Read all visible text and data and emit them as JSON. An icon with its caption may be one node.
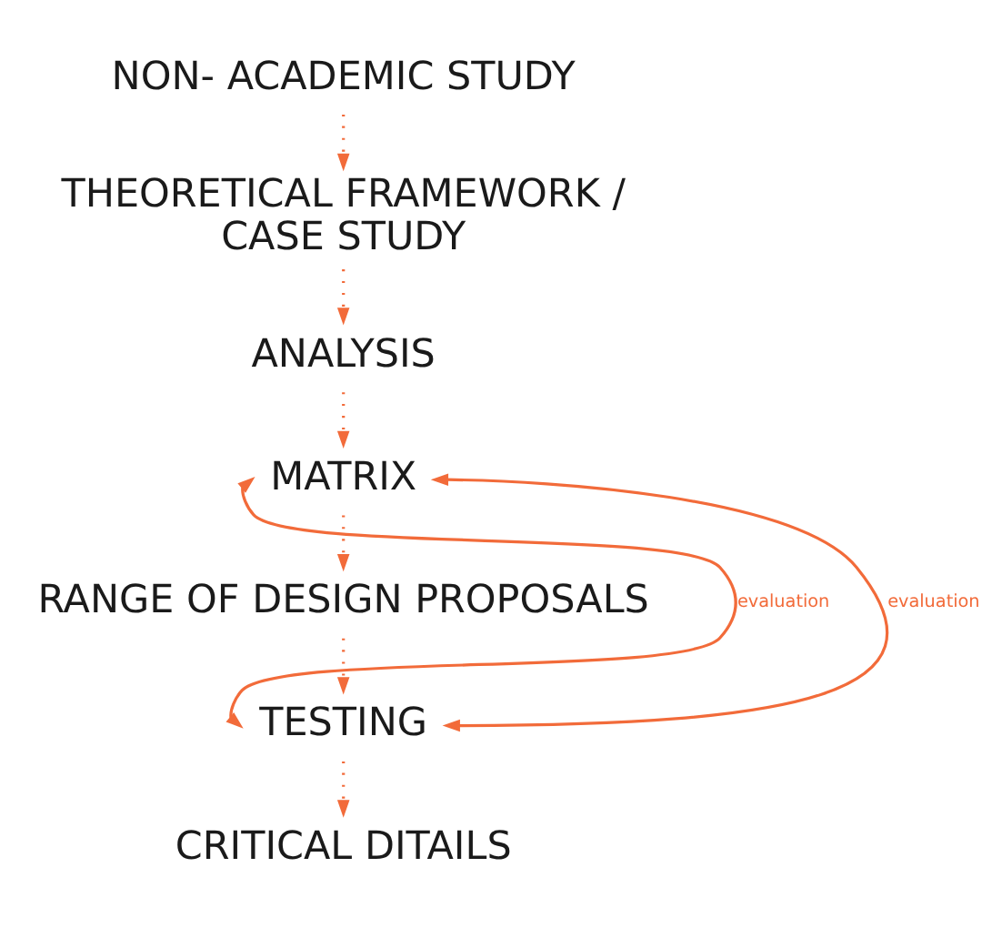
{
  "diagram": {
    "nodes": [
      {
        "text": [
          "NON- ACADEMIC STUDY"
        ]
      },
      {
        "text": [
          "THEORETICAL FRAMEWORK / CASE STUDY"
        ]
      },
      {
        "text": [
          "ANALYSIS"
        ]
      },
      {
        "text": [
          "MATRIX"
        ]
      },
      {
        "text": [
          "RANGE OF DESIGN PROPOSALS"
        ]
      },
      {
        "text": [
          "TESTING"
        ]
      },
      {
        "text": [
          "CRITICAL DITAILS"
        ]
      }
    ],
    "edges": [
      {
        "from": 0,
        "to": 1,
        "arrow": "to",
        "style": "dashed"
      },
      {
        "from": 1,
        "to": 2,
        "arrow": "to",
        "style": "dashed"
      },
      {
        "from": 2,
        "to": 3,
        "arrow": "to",
        "style": "dashed"
      },
      {
        "from": 3,
        "to": 4,
        "arrow": "to",
        "style": "dashed"
      },
      {
        "from": 4,
        "to": 5,
        "arrow": "to",
        "style": "dashed"
      },
      {
        "from": 5,
        "to": 6,
        "arrow": "to",
        "style": "dashed"
      },
      {
        "from": 3,
        "to": 5,
        "arrow": "both",
        "label": "evaluation"
      },
      {
        "from": 3,
        "to": 5,
        "arrow": "both",
        "label": "evaluation"
      }
    ]
  }
}
